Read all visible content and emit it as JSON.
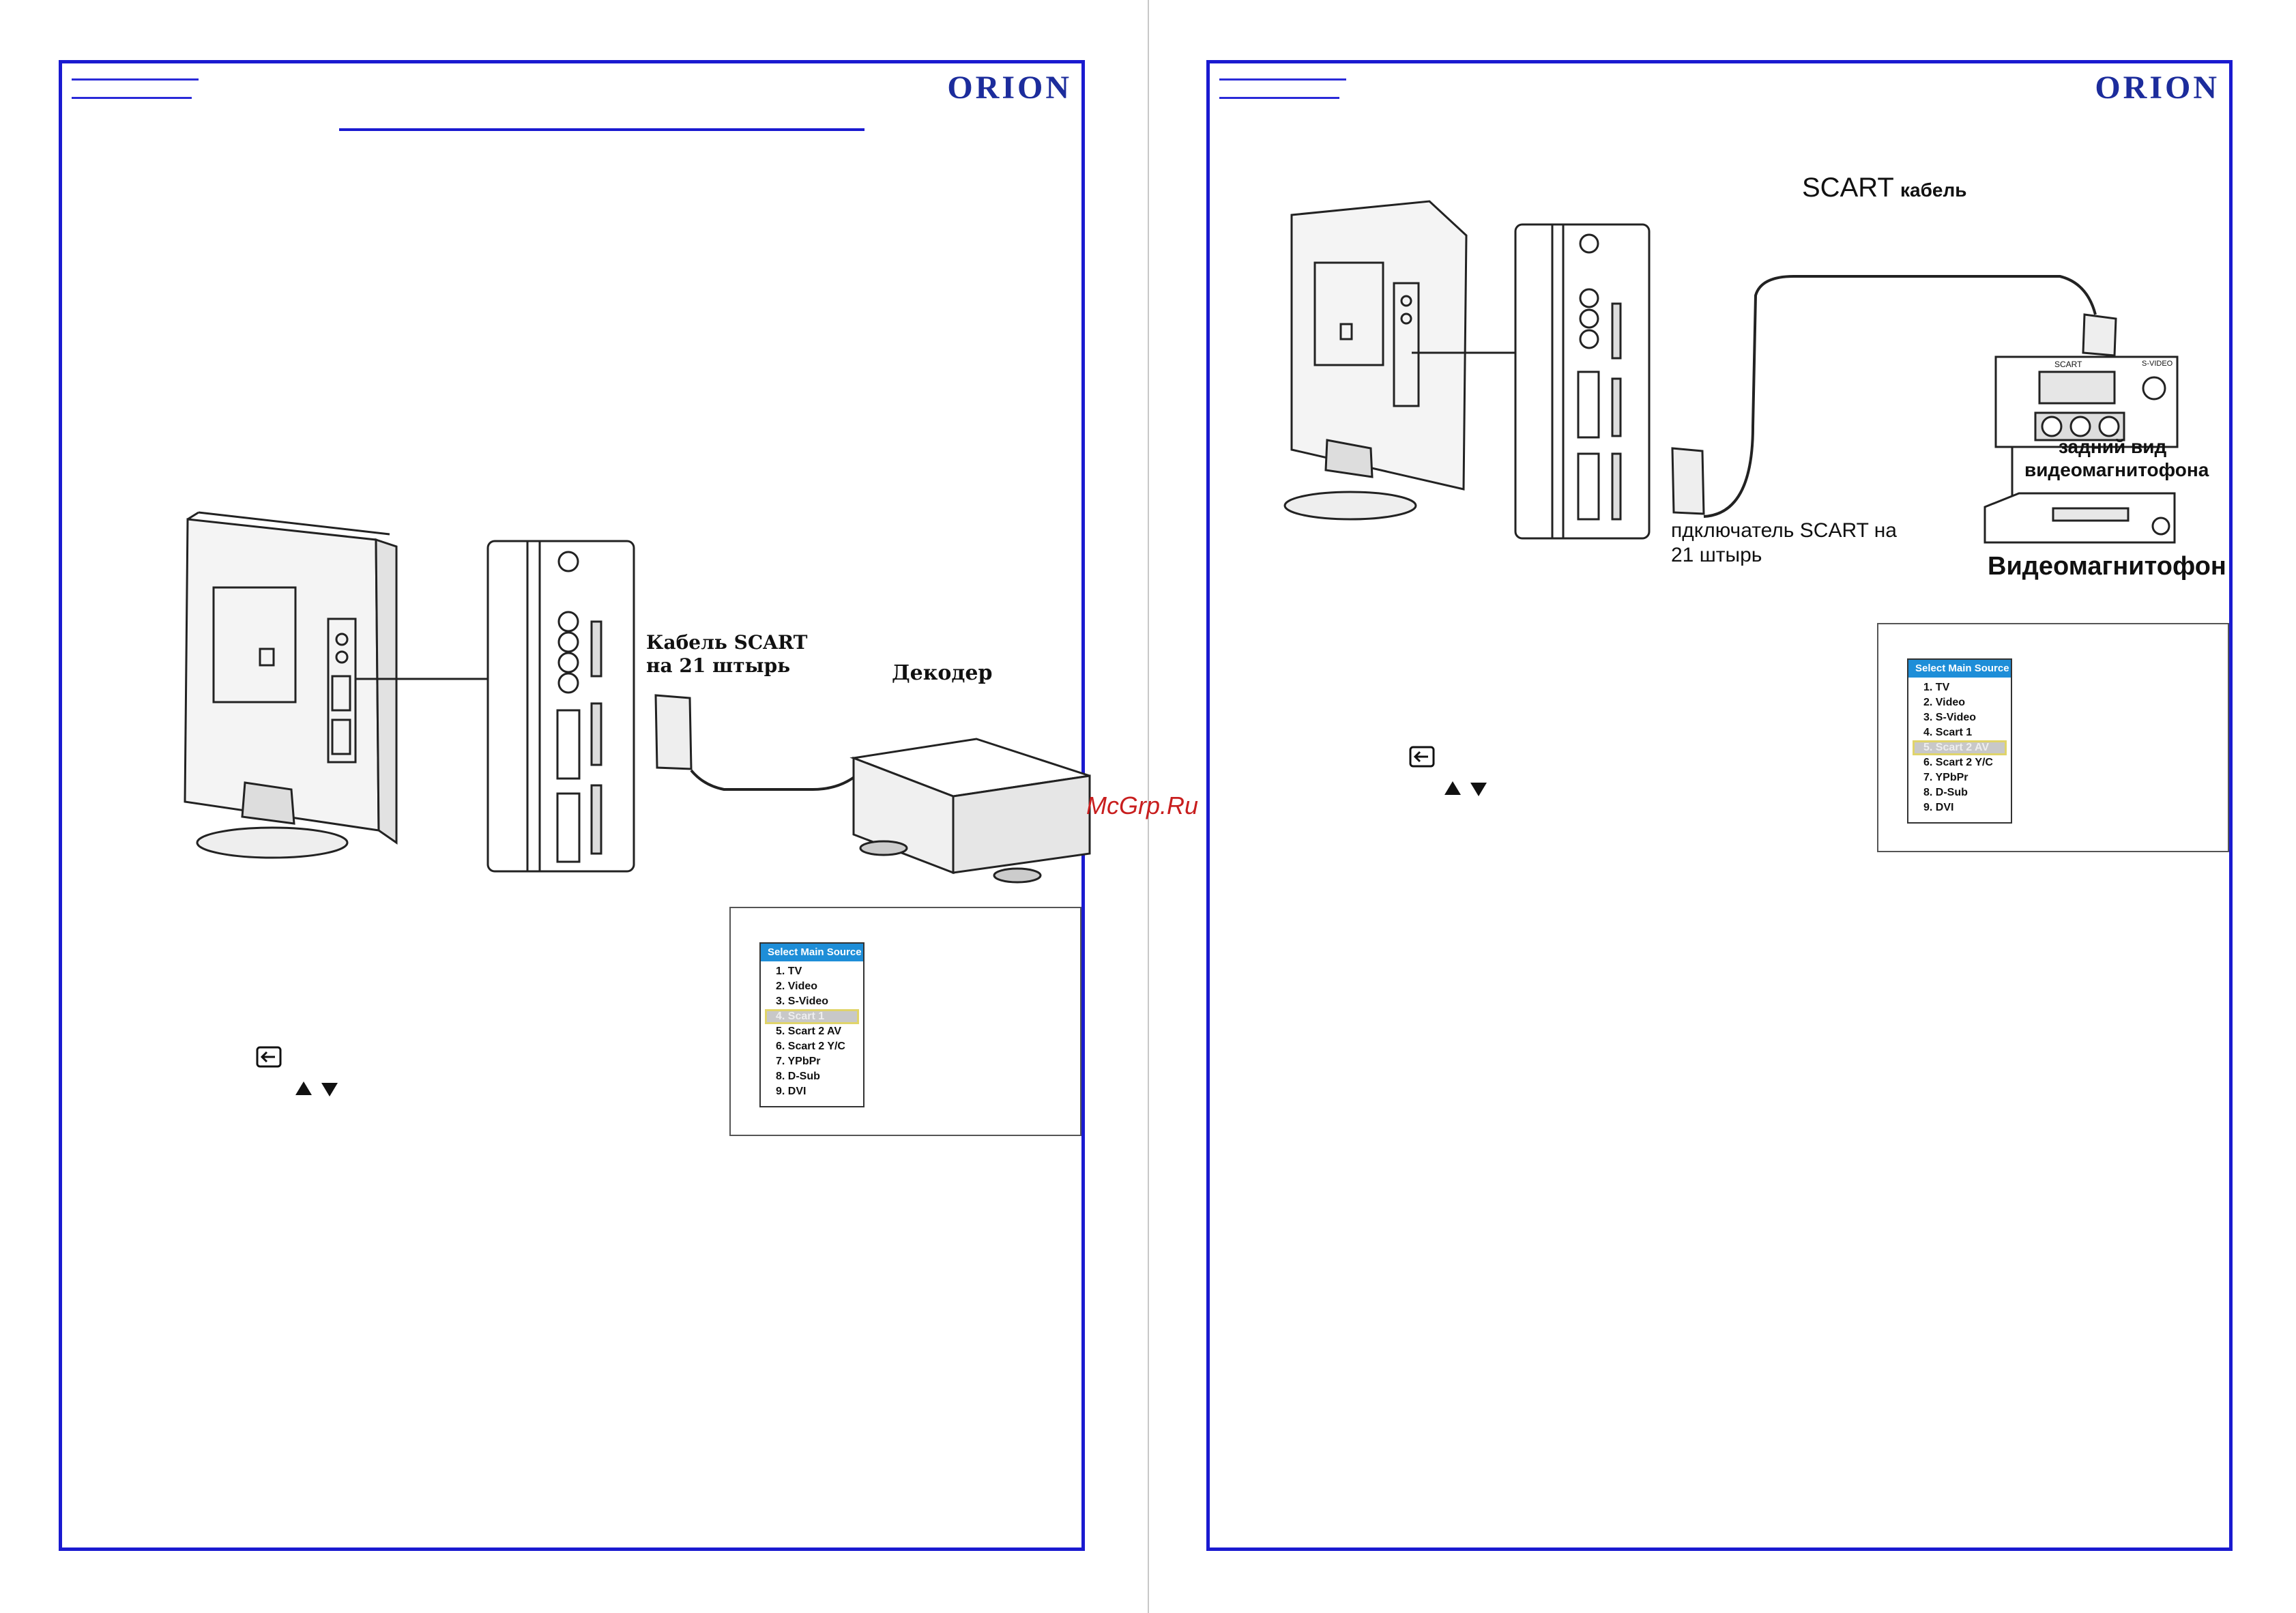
{
  "brand": "ORION",
  "watermark": "McGrp.Ru",
  "left_page": {
    "cable_label_line1": "Кабель SCART",
    "cable_label_line2": "на 21 штырь",
    "device_label": "Декодер",
    "menu": {
      "title": "Select Main Source",
      "items": [
        "1. TV",
        "2. Video",
        "3. S-Video",
        "4. Scart 1",
        "5. Scart 2 AV",
        "6. Scart 2 Y/C",
        "7. YPbPr",
        "8. D-Sub",
        "9. DVI"
      ],
      "selected_index": 3
    }
  },
  "right_page": {
    "cable_label_main": "SCART",
    "cable_label_sub": "кабель",
    "scart_label": "SCART",
    "svideo_label": "S-VIDEO",
    "rear_view_line1": "задний вид",
    "rear_view_line2": "видеомагнитофона",
    "connector_line1": "пдключатель SCART на",
    "connector_line2": "21 штырь",
    "device_label": "Видеомагнитофон",
    "menu": {
      "title": "Select Main Source",
      "items": [
        "1. TV",
        "2. Video",
        "3. S-Video",
        "4. Scart 1",
        "5. Scart 2 AV",
        "6. Scart 2 Y/C",
        "7. YPbPr",
        "8. D-Sub",
        "9. DVI"
      ],
      "selected_index": 4
    }
  },
  "colors": {
    "border": "#1a1ad0",
    "brand": "#1c2c9c",
    "menu_header": "#1e8ed8",
    "watermark": "#c81e1e"
  },
  "icons": [
    "source-input-icon",
    "arrow-up-icon",
    "arrow-down-icon"
  ]
}
